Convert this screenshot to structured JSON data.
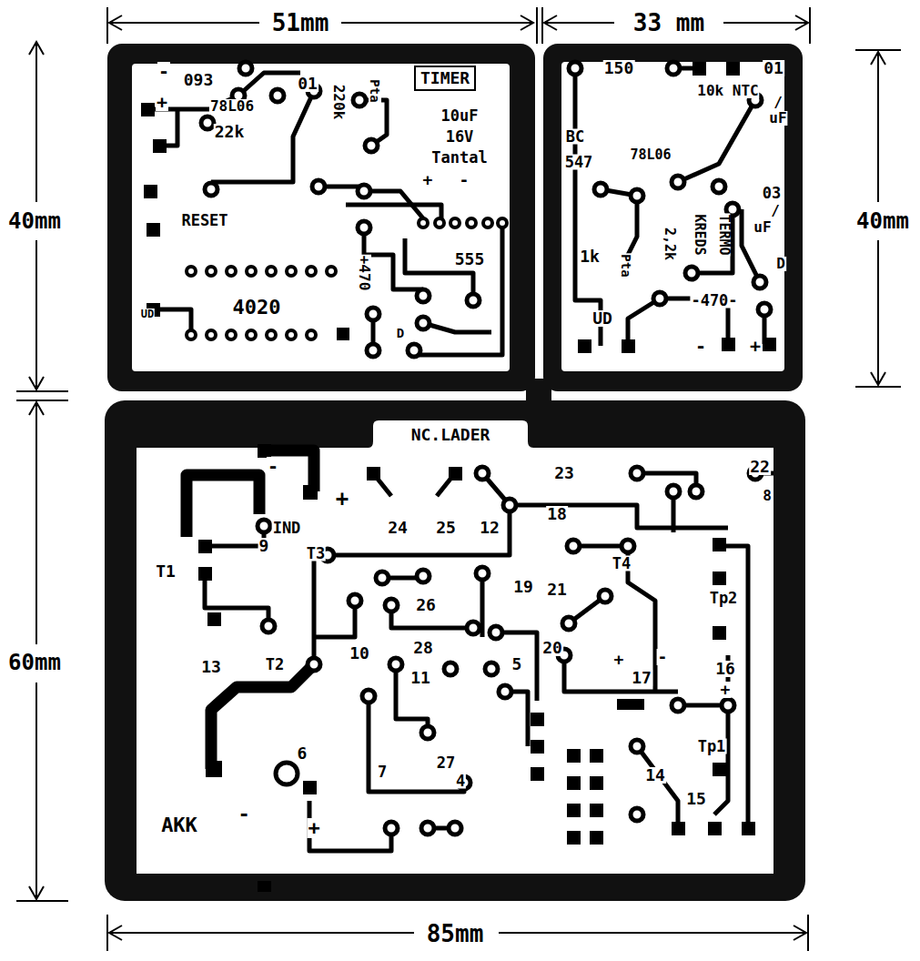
{
  "diagram": {
    "nodes": [
      {
        "text": [
          "TIMER"
        ]
      }
    ],
    "labels": [
      "51mm",
      "33 mm",
      "40mm",
      "40mm",
      "60mm",
      "85mm",
      "-",
      "093",
      "01",
      "+",
      "78L06",
      "220k",
      "Pta",
      "22k",
      "10uF",
      "16V",
      "Tantal",
      "RESET",
      "+",
      "-",
      "+470",
      "555",
      "4020",
      "UD",
      "D",
      "150",
      "01",
      "10k NTC",
      "/",
      "uF",
      "BC",
      "547",
      "78L06",
      "03",
      "/",
      "uF",
      "KREDS",
      "TERMO",
      "2,2k",
      "Pta",
      "1k",
      "D",
      "UD",
      "-470-",
      "-",
      "+",
      "NC.LADER",
      "-",
      "+",
      "IND",
      "24",
      "25",
      "12",
      "23",
      "22",
      "8",
      "18",
      "9",
      "T3",
      "T1",
      "T4",
      "26",
      "19",
      "21",
      "Tp2",
      "28",
      "10",
      "20",
      "+",
      "17",
      "-",
      "16",
      "+",
      "13",
      "T2",
      "11",
      "5",
      "6",
      "7",
      "27",
      "4",
      "14",
      "Tp1",
      "15",
      "AKK",
      "-",
      "+"
    ]
  }
}
